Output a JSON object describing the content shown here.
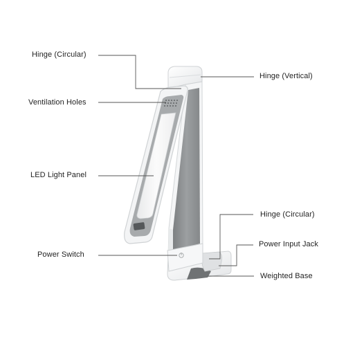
{
  "labels": {
    "hinge_circular_top": "Hinge (Circular)",
    "ventilation_holes": "Ventilation Holes",
    "led_light_panel": "LED Light Panel",
    "power_switch": "Power Switch",
    "hinge_vertical": "Hinge (Vertical)",
    "hinge_circular_bottom": "Hinge (Circular)",
    "power_input_jack": "Power Input Jack",
    "weighted_base": "Weighted Base"
  },
  "colors": {
    "body_white": "#f2f3f4",
    "body_gray": "#8e9193",
    "led_panel": "#f7f7f7",
    "leader_line": "#555555",
    "text": "#222222"
  }
}
